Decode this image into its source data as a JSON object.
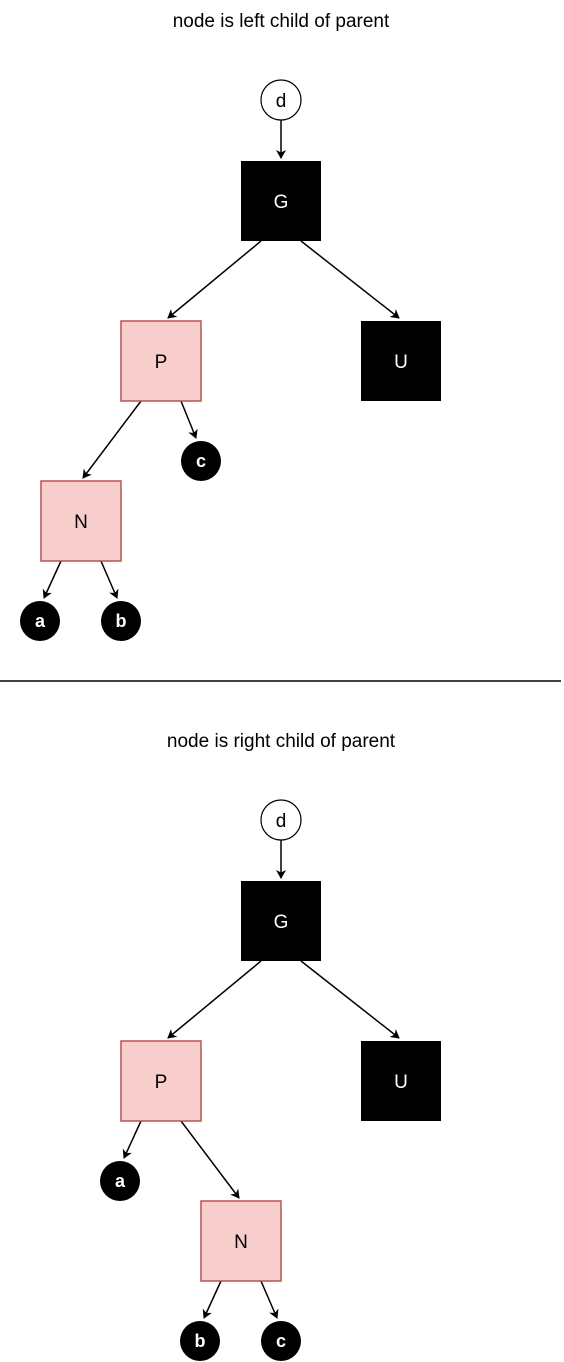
{
  "colors": {
    "black_node_fill": "#000000",
    "red_node_fill": "#f8cecc",
    "red_node_stroke": "#b85450",
    "edge": "#000000",
    "divider": "#000000",
    "background": "#ffffff"
  },
  "diagrams": [
    {
      "title": "node is left child of parent",
      "nodes": {
        "top": "d",
        "grandparent": "G",
        "parent": "P",
        "uncle": "U",
        "node": "N",
        "leaf_a": "a",
        "leaf_b": "b",
        "leaf_c": "c"
      }
    },
    {
      "title": "node is right child of parent",
      "nodes": {
        "top": "d",
        "grandparent": "G",
        "parent": "P",
        "uncle": "U",
        "node": "N",
        "leaf_a": "a",
        "leaf_b": "b",
        "leaf_c": "c"
      }
    }
  ]
}
